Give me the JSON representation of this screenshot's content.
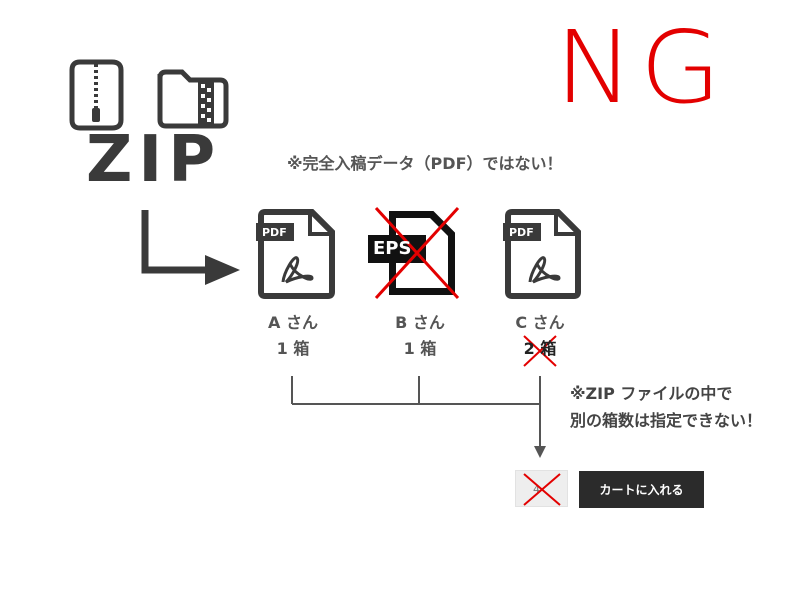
{
  "ng_mark": "NG",
  "zip_label": "ZIP",
  "note_top": "※完全入稿データ（PDF）ではない！",
  "note_side_line1": "※ZIP ファイルの中で",
  "note_side_line2": "別の箱数は指定できない！",
  "files": [
    {
      "badge": "PDF",
      "name": "A さん",
      "qty": "1 箱",
      "crossed": false,
      "qty_crossed": false
    },
    {
      "badge": "EPS",
      "name": "B さん",
      "qty": "1 箱",
      "crossed": true,
      "qty_crossed": false
    },
    {
      "badge": "PDF",
      "name": "C さん",
      "qty": "2 箱",
      "crossed": false,
      "qty_crossed": true
    }
  ],
  "cart": {
    "quantity": "4",
    "button_label": "カートに入れる"
  },
  "colors": {
    "accent_red": "#e30000",
    "dark": "#3a3a3a"
  },
  "icons": [
    "zip-file-icon",
    "zip-folder-icon",
    "pdf-file-icon",
    "eps-file-icon",
    "cross-mark-icon",
    "arrow-icon"
  ]
}
